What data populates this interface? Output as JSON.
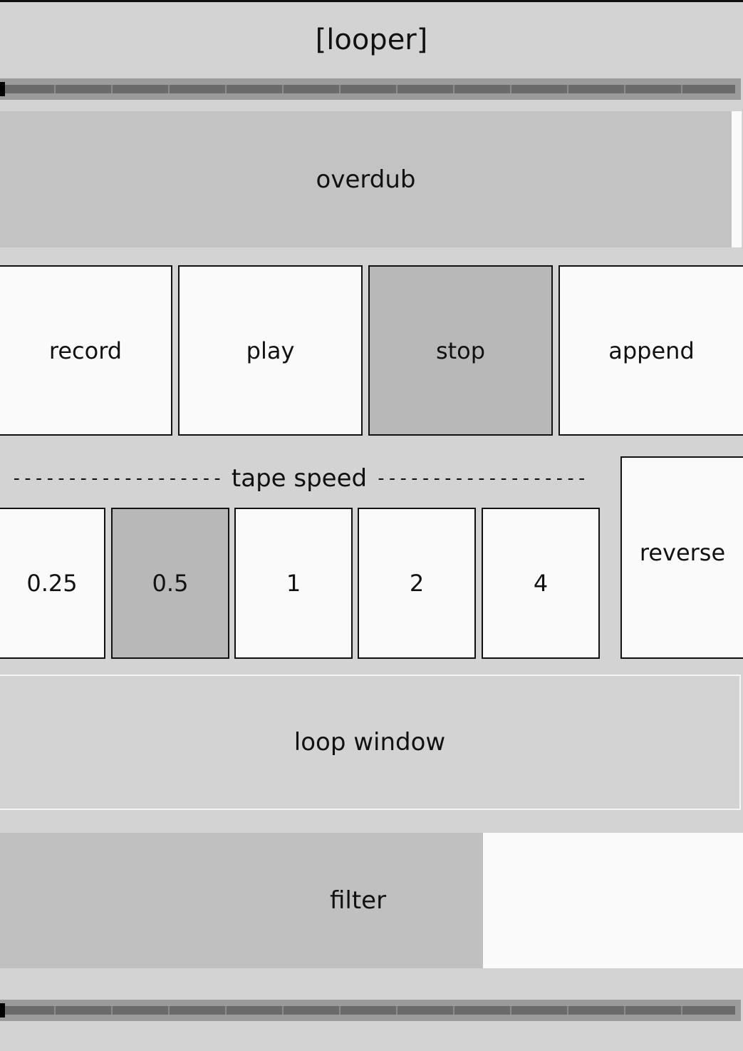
{
  "title": "[looper]",
  "overdub": {
    "label": "overdub",
    "level": 0.985
  },
  "transport": {
    "buttons": [
      {
        "label": "record",
        "active": false
      },
      {
        "label": "play",
        "active": false
      },
      {
        "label": "stop",
        "active": true
      },
      {
        "label": "append",
        "active": false
      }
    ]
  },
  "tape_speed": {
    "label": "tape speed",
    "options": [
      "0.25",
      "0.5",
      "1",
      "2",
      "4"
    ],
    "selected": "0.5"
  },
  "reverse": {
    "label": "reverse",
    "active": false
  },
  "loop_window": {
    "label": "loop window"
  },
  "filter": {
    "label": "filter",
    "level": 0.65
  },
  "playhead": {
    "position": 0.0
  },
  "colors": {
    "background": "#d3d3d3",
    "button": "#fafafa",
    "button_active": "#b8b8b8",
    "slider_fill": "#c0c0c0",
    "border": "#111111"
  }
}
